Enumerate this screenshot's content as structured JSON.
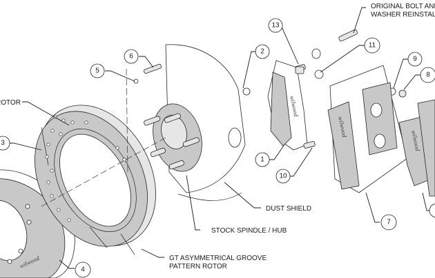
{
  "diagram": {
    "title": "Wilwood front brake kit exploded view",
    "brand_mark": "wilwood",
    "callouts": [
      {
        "id": "1",
        "label": "1"
      },
      {
        "id": "2",
        "label": "2"
      },
      {
        "id": "3",
        "label": "3"
      },
      {
        "id": "4",
        "label": "4"
      },
      {
        "id": "5",
        "label": "5"
      },
      {
        "id": "6",
        "label": "6"
      },
      {
        "id": "7",
        "label": "7"
      },
      {
        "id": "8",
        "label": "8"
      },
      {
        "id": "9",
        "label": "9"
      },
      {
        "id": "10",
        "label": "10"
      },
      {
        "id": "11",
        "label": "11"
      },
      {
        "id": "13",
        "label": "13"
      }
    ],
    "text_labels": {
      "rotor": "ROTOR",
      "bolt_line1": "ORIGINAL BOLT AND",
      "bolt_line2": "WASHER REINSTALL",
      "dust_shield": "DUST SHIELD",
      "spindle_hub": "STOCK SPINDLE / HUB",
      "gt_rotor_line1": "GT ASYMMETRICAL GROOVE",
      "gt_rotor_line2": "PATTERN ROTOR"
    },
    "colors": {
      "line": "#1a1a1a",
      "fill_gray": "#c8c8c8",
      "fill_light": "#e6e6e6",
      "background": "#ffffff"
    }
  }
}
